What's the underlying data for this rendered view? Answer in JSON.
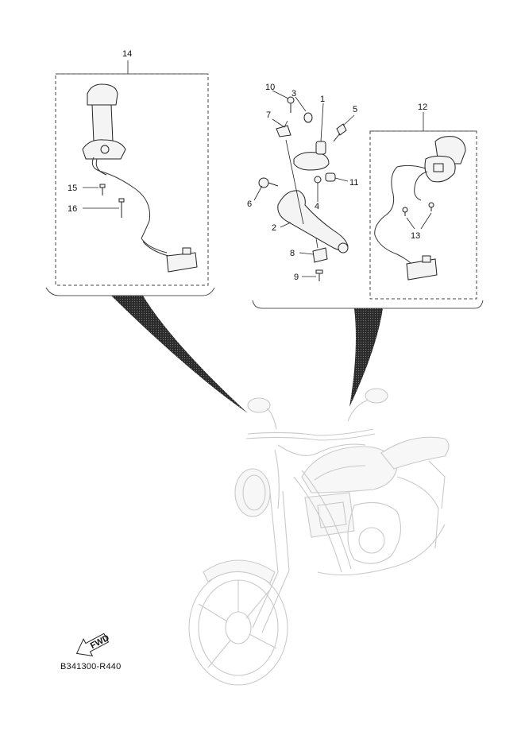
{
  "diagram": {
    "reference_code": "B341300-R440",
    "fwd_label": "FWD",
    "callouts": {
      "c1": "1",
      "c2": "2",
      "c3": "3",
      "c4": "4",
      "c5": "5",
      "c6": "6",
      "c7": "7",
      "c8": "8",
      "c9": "9",
      "c10": "10",
      "c11": "11",
      "c12": "12",
      "c13": "13",
      "c14": "14",
      "c15": "15",
      "c16": "16"
    }
  }
}
